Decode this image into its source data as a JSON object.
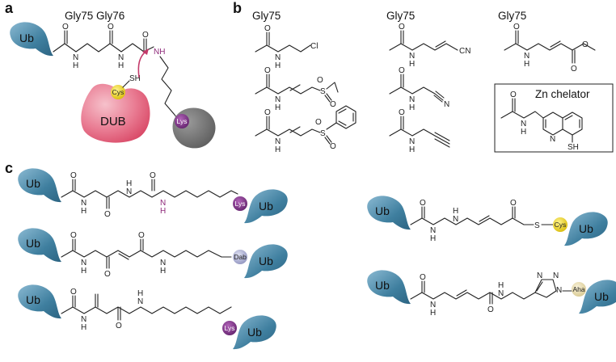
{
  "panels": {
    "a": "a",
    "b": "b",
    "c": "c"
  },
  "panel_a": {
    "title": "Gly75 Gly76",
    "ub": "Ub",
    "dub": "DUB",
    "cys": "Cys",
    "sh": "SH",
    "nh": "NH",
    "lys": "Lys",
    "n1": "N",
    "h1": "H",
    "n2": "N",
    "h2": "H",
    "o1": "O",
    "o2": "O",
    "o3": "O"
  },
  "panel_b": {
    "warheads": [
      {
        "title": "Gly75",
        "atoms": [
          "O",
          "N",
          "H",
          "Cl"
        ]
      },
      {
        "title": "Gly75",
        "atoms": [
          "O",
          "N",
          "H",
          "CN"
        ]
      },
      {
        "title": "Gly75",
        "atoms": [
          "O",
          "N",
          "H",
          "O",
          "O"
        ]
      },
      {
        "atoms": [
          "O",
          "N",
          "H",
          "S",
          "O",
          "O"
        ]
      },
      {
        "atoms": [
          "O",
          "N",
          "H",
          "N"
        ]
      },
      {
        "atoms": [
          "O",
          "N",
          "H",
          "S",
          "O",
          "O"
        ]
      },
      {
        "atoms": [
          "O",
          "N",
          "H"
        ]
      },
      {
        "box_title": "Zn chelator",
        "atoms": [
          "O",
          "N",
          "H",
          "N",
          "SH"
        ]
      }
    ]
  },
  "panel_c": {
    "ub": "Ub",
    "residues": {
      "lys": "Lys",
      "dab": "Dab",
      "cys": "Cys",
      "aha": "Aha"
    },
    "atoms": {
      "n": "N",
      "h": "H",
      "o": "O",
      "s": "S",
      "triazole": [
        "N",
        "N",
        "N"
      ]
    }
  },
  "colors": {
    "ub_blue": "#3f7f9f",
    "dub_pink": "#e0506e",
    "cys_yellow": "#ebd21f",
    "lys_purple": "#7d2c86",
    "dab_lavender": "#a3a6cc",
    "aha_beige": "#e5d9a8",
    "gray_protein": "#707070",
    "amine_magenta": "#8e2a7a"
  }
}
